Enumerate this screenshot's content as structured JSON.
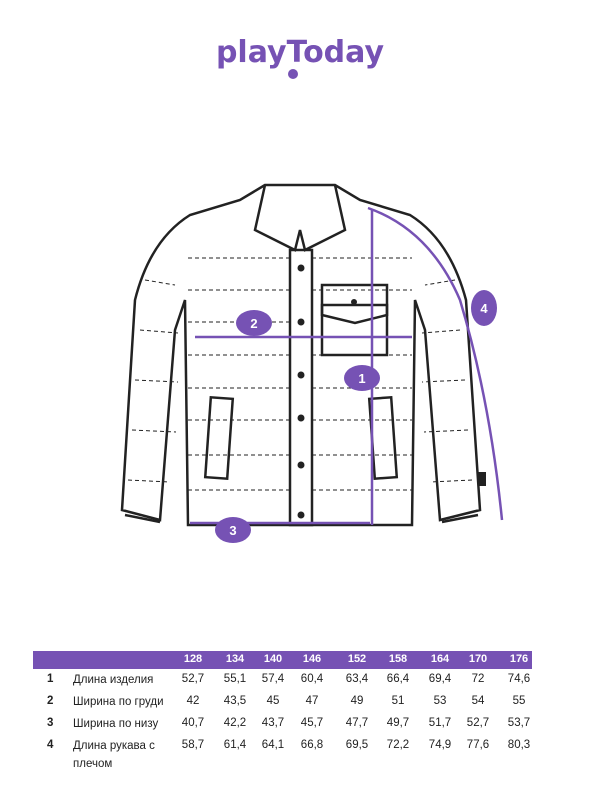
{
  "brand": {
    "name": "playToday",
    "color": "#7652b4"
  },
  "diagram": {
    "markers": [
      "1",
      "2",
      "3",
      "4"
    ]
  },
  "table": {
    "sizes": [
      "128",
      "134",
      "140",
      "146",
      "152",
      "158",
      "164",
      "170",
      "176"
    ],
    "rows": [
      {
        "num": "1",
        "label": "Длина изделия",
        "values": [
          "52,7",
          "55,1",
          "57,4",
          "60,4",
          "63,4",
          "66,4",
          "69,4",
          "72",
          "74,6"
        ]
      },
      {
        "num": "2",
        "label": "Ширина по груди",
        "values": [
          "42",
          "43,5",
          "45",
          "47",
          "49",
          "51",
          "53",
          "54",
          "55"
        ]
      },
      {
        "num": "3",
        "label": "Ширина по низу",
        "values": [
          "40,7",
          "42,2",
          "43,7",
          "45,7",
          "47,7",
          "49,7",
          "51,7",
          "52,7",
          "53,7"
        ]
      },
      {
        "num": "4",
        "label": "Длина рукава с плечом",
        "values": [
          "58,7",
          "61,4",
          "64,1",
          "66,8",
          "69,5",
          "72,2",
          "74,9",
          "77,6",
          "80,3"
        ]
      }
    ]
  }
}
